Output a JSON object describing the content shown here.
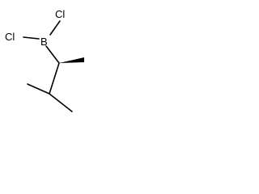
{
  "structure": {
    "atoms": {
      "boron": "B",
      "chlorine_top": "Cl",
      "chlorine_left": "Cl"
    },
    "stereo_bond": "wedge"
  }
}
